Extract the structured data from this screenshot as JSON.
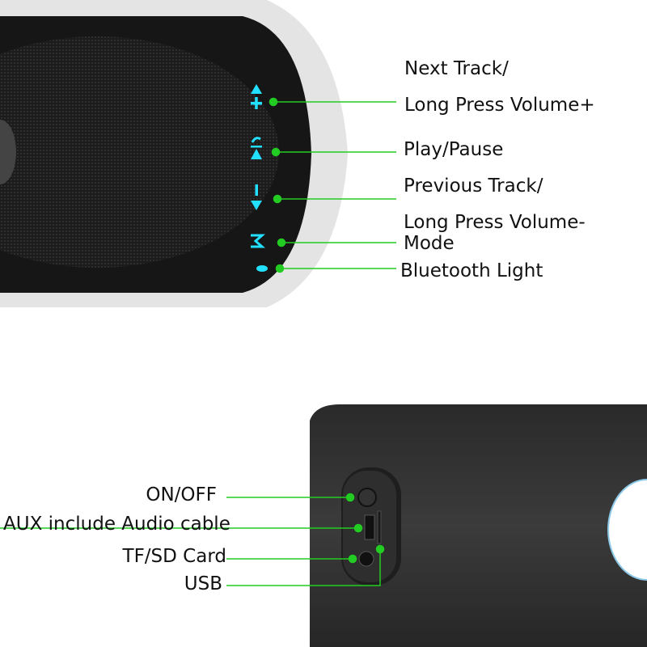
{
  "top_panel": {
    "labels": [
      {
        "id": "next-track",
        "line1": "Next Track/",
        "line2": "Long Press Volume+"
      },
      {
        "id": "play-pause",
        "line1": "Play/Pause"
      },
      {
        "id": "previous-track",
        "line1": "Previous Track/",
        "line2": "Long Press Volume-"
      },
      {
        "id": "mode",
        "line1": "Mode"
      },
      {
        "id": "bluetooth-light",
        "line1": "Bluetooth Light"
      }
    ],
    "icons": [
      "volume-up-next-icon",
      "play-pause-icon",
      "volume-down-previous-icon",
      "mode-icon",
      "bluetooth-light-icon"
    ]
  },
  "bottom_panel": {
    "labels": {
      "on_off": "ON/OFF",
      "aux": "AUX include Audio cable",
      "tf_card": "TF/SD Card",
      "usb": "USB"
    }
  },
  "colors": {
    "callout": "#22cc22",
    "button_glow": "#22e0ff",
    "body": "#222222"
  }
}
